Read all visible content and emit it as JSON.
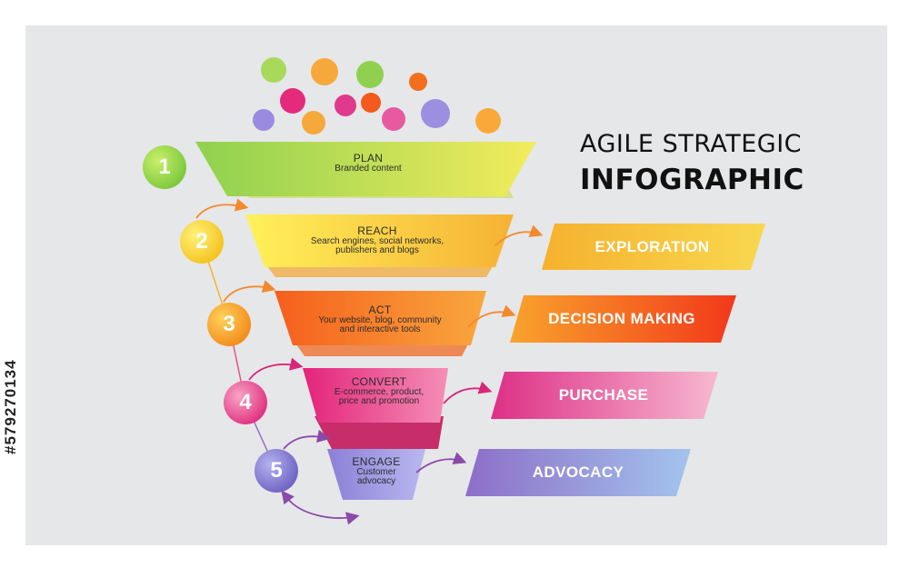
{
  "title": {
    "line1": "AGILE STRATEGIC",
    "line2": "INFOGRAPHIC"
  },
  "side_id": "#579270134",
  "stages": [
    {
      "number": "1",
      "title": "PLAN",
      "subtitle": [
        "Branded content"
      ]
    },
    {
      "number": "2",
      "title": "REACH",
      "subtitle": [
        "Search engines, social networks,",
        "publishers and blogs"
      ]
    },
    {
      "number": "3",
      "title": "ACT",
      "subtitle": [
        "Your website, blog, community",
        "and interactive tools"
      ]
    },
    {
      "number": "4",
      "title": "CONVERT",
      "subtitle": [
        "E-commerce, product,",
        "price and promotion"
      ]
    },
    {
      "number": "5",
      "title": "ENGAGE",
      "subtitle": [
        "Customer",
        "advocacy"
      ]
    }
  ],
  "banners": [
    "EXPLORATION",
    "DECISION MAKING",
    "PURCHASE",
    "ADVOCACY"
  ],
  "colors": {
    "background": "#e6e7e9",
    "plan": [
      "#8fd14f",
      "#f2ec5c"
    ],
    "reach": [
      "#fff15a",
      "#f6b234"
    ],
    "act": [
      "#f55f1c",
      "#f9a73e"
    ],
    "convert": [
      "#e4237a",
      "#f48fb5"
    ],
    "engage": [
      "#8c7fd6",
      "#b7b8f0"
    ],
    "arrow_orange": "#f28a2c",
    "arrow_magenta": "#d8277b",
    "arrow_purple": "#8c4aa8"
  }
}
